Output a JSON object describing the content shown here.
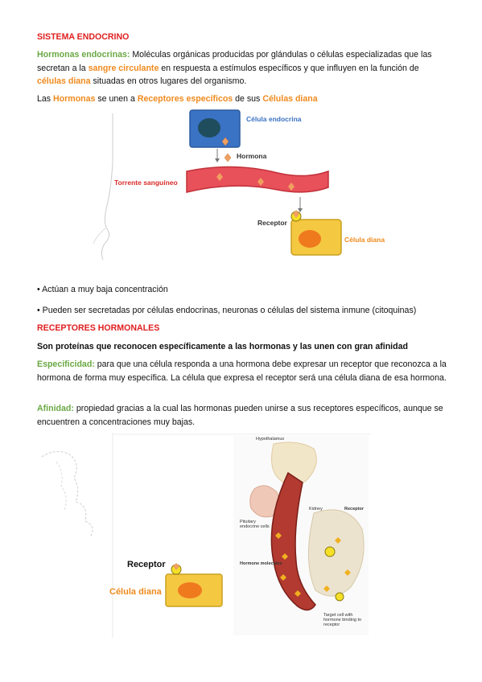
{
  "title": "SISTEMA ENDOCRINO",
  "intro": {
    "term": "Hormonas endocrinas:",
    "text1": " Moléculas orgánicas producidas por glándulas o células especializadas que las secretan a la ",
    "term2": "sangre circulante",
    "text2": " en respuesta a estímulos específicos y que influyen en la función de ",
    "term3": "células diana",
    "text3": " situadas en otros lugares del organismo."
  },
  "union": {
    "t1": "Las ",
    "k1": "Hormonas",
    "t2": " se unen a ",
    "k2": "Receptores específicos",
    "t3": " de sus ",
    "k3": "Células diana"
  },
  "figure1": {
    "cell_label": "Célula endocrina",
    "hormone_label": "Hormona",
    "blood_label": "Torrente sanguíneo",
    "receptor_label": "Receptor",
    "target_label": "Célula diana"
  },
  "bullets": [
    "Actúan a muy baja concentración",
    "Pueden ser secretadas por células endocrinas, neuronas o células del sistema inmune (citoquinas)"
  ],
  "section2_title": "RECEPTORES HORMONALES",
  "receptor_def": "Son proteínas que reconocen específicamente a las hormonas y las unen con gran afinidad",
  "specificity": {
    "term": "Especificidad:",
    "text": " para que una célula responda a una hormona debe expresar un receptor que reconozca a la hormona de forma muy específica. La célula que expresa el receptor será una célula diana de esa hormona."
  },
  "affinity": {
    "term": "Afinidad:",
    "text": " propiedad gracias a la cual las hormonas pueden unirse a sus receptores específicos, aunque se encuentren a concentraciones muy bajas."
  },
  "figure2": {
    "receptor_label": "Receptor",
    "target_label": "Célula diana",
    "hypothalamus": "Hypothalamus",
    "kidney": "Kidney",
    "receptor_small": "Receptor",
    "pituitary": "Pituitary endocrine cells",
    "hormone_molecules": "Hormone molecules",
    "target_binding": "Target cell with hormone binding to receptor"
  }
}
